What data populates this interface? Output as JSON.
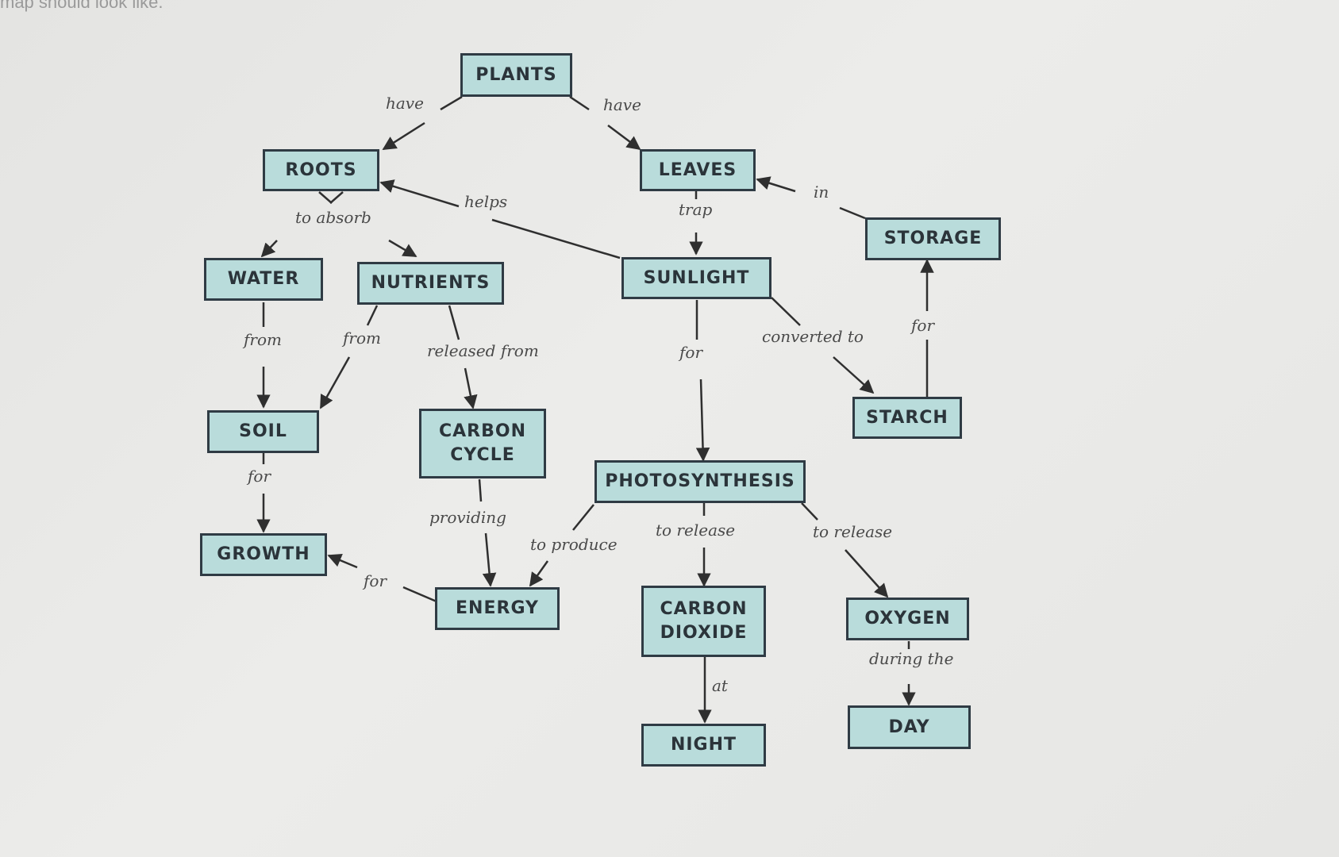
{
  "page": {
    "caption": "map should look like."
  },
  "concept_map": {
    "nodes": {
      "plants": "PLANTS",
      "roots": "ROOTS",
      "leaves": "LEAVES",
      "water": "WATER",
      "nutrients": "NUTRIENTS",
      "sunlight": "SUNLIGHT",
      "storage": "STORAGE",
      "soil": "SOIL",
      "carbon_cycle": "CARBON\nCYCLE",
      "starch": "STARCH",
      "photosynthesis": "PHOTOSYNTHESIS",
      "growth": "GROWTH",
      "energy": "ENERGY",
      "carbon_dioxide": "CARBON\nDIOXIDE",
      "oxygen": "OXYGEN",
      "night": "NIGHT",
      "day": "DAY"
    },
    "links": {
      "plants_roots": "have",
      "plants_leaves": "have",
      "roots_absorb": "to absorb",
      "sunlight_roots": "helps",
      "leaves_sunlight": "trap",
      "storage_leaves": "in",
      "water_soil": "from",
      "nutrients_soil": "from",
      "nutrients_carbon_cycle": "released from",
      "sunlight_photosynthesis": "for",
      "sunlight_starch": "converted to",
      "starch_storage": "for",
      "soil_growth": "for",
      "carbon_cycle_energy": "providing",
      "energy_growth": "for",
      "photosynthesis_energy": "to produce",
      "photosynthesis_co2": "to release",
      "photosynthesis_oxygen": "to release",
      "co2_night": "at",
      "oxygen_day": "during the"
    }
  }
}
